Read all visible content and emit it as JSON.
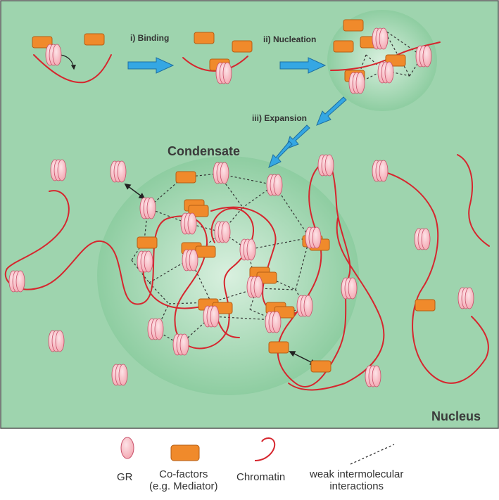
{
  "colors": {
    "nucleus": "#9ed4ae",
    "condensate_center": "#d9f0df",
    "condensate_edge": "#8ecda1",
    "gr_fill": "#f3a7b1",
    "gr_stroke": "#c9506a",
    "cofactor_fill": "#f08a2b",
    "cofactor_stroke": "#b55e14",
    "chromatin": "#d6262e",
    "arrow": "#35a7e3"
  },
  "steps": {
    "binding": "i) Binding",
    "nucleation": "ii) Nucleation",
    "expansion": "iii) Expansion"
  },
  "labels": {
    "condensate": "Condensate",
    "nucleus": "Nucleus"
  },
  "legend": {
    "gr": "GR",
    "cofactors_line1": "Co-factors",
    "cofactors_line2": "(e.g. Mediator)",
    "chromatin": "Chromatin",
    "weak_line1": "weak intermolecular",
    "weak_line2": "interactions"
  }
}
